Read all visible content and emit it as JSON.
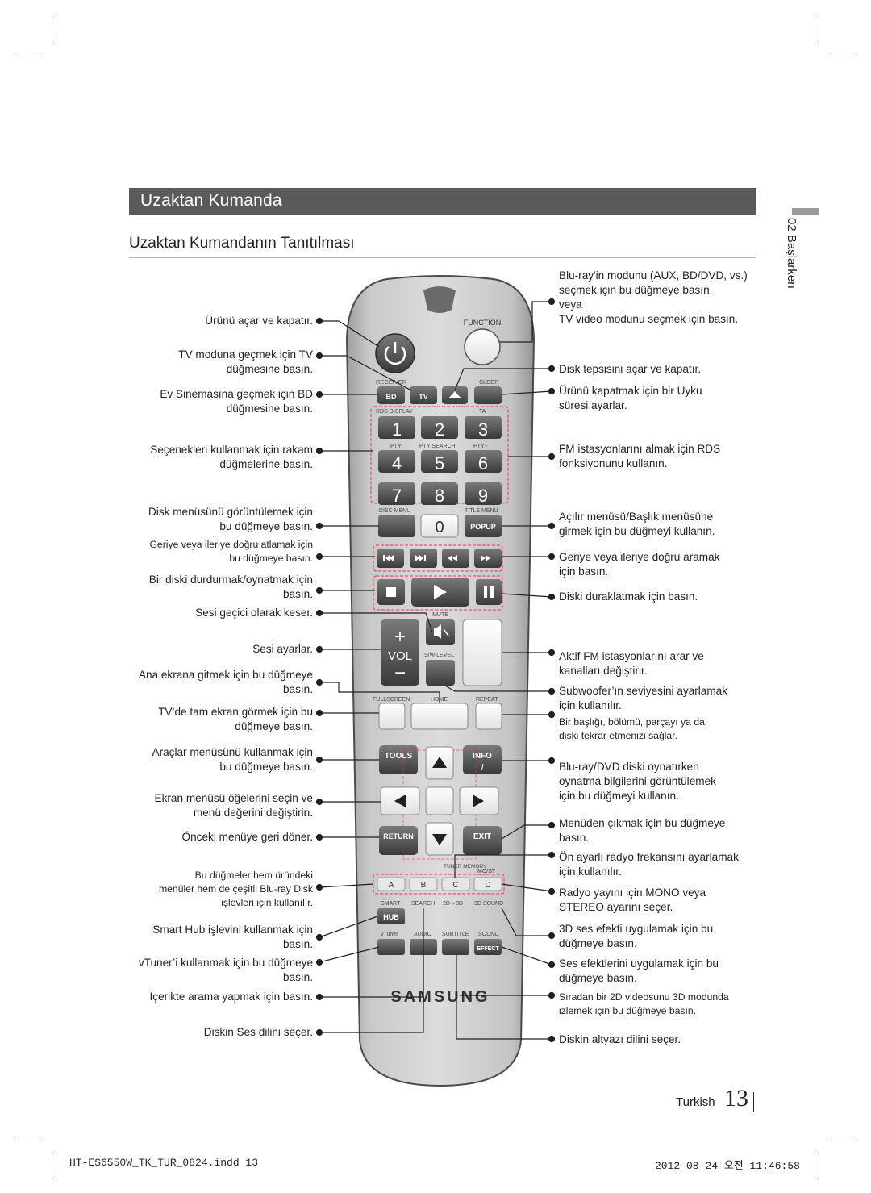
{
  "header": {
    "section_title": "Uzaktan Kumanda",
    "subtitle": "Uzaktan Kumandanın Tanıtılması"
  },
  "side_tab": {
    "label": "02  Başlarken"
  },
  "remote": {
    "function": "FUNCTION",
    "receiver": "RECEIVER",
    "sleep": "SLEEP",
    "bd": "BD",
    "tv": "TV",
    "rds_display": "RDS DISPLAY",
    "ta": "TA",
    "pty_minus": "PTY-",
    "pty_search": "PTY SEARCH",
    "pty_plus": "PTY+",
    "d1": "1",
    "d2": "2",
    "d3": "3",
    "d4": "4",
    "d5": "5",
    "d6": "6",
    "d7": "7",
    "d8": "8",
    "d9": "9",
    "d0": "0",
    "disc_menu": "DISC MENU",
    "title_menu": "TITLE MENU",
    "popup": "POPUP",
    "mute": "MUTE",
    "vol": "VOL",
    "sw_level": "S/W LEVEL",
    "fullscreen": "FULLSCREEN",
    "home": "HOME",
    "repeat": "REPEAT",
    "tools": "TOOLS",
    "info": "INFO",
    "return": "RETURN",
    "exit": "EXIT",
    "tuner_memory": "TUNER\nMEMORY",
    "mo_st": "MO/ST",
    "a": "A",
    "b": "B",
    "c": "C",
    "d": "D",
    "smart": "SMART",
    "search": "SEARCH",
    "conv3d": "2D→3D",
    "sound3d": "3D SOUND",
    "hub": "HUB",
    "vtuner": "vTuner",
    "audio": "AUDIO",
    "subtitle": "SUBTITLE",
    "sound": "SOUND",
    "effect": "EFFECT",
    "brand": "SAMSUNG"
  },
  "left_labels": [
    "Ürünü açar ve kapatır.",
    "TV moduna geçmek için TV\ndüğmesine basın.",
    "Ev Sinemasına geçmek için BD\ndüğmesine basın.",
    "Seçenekleri kullanmak için rakam\ndüğmelerine basın.",
    "Disk menüsünü görüntülemek için\nbu düğmeye basın.",
    "Geriye veya ileriye doğru atlamak için\nbu düğmeye basın.",
    "Bir diski durdurmak/oynatmak için\nbasın.",
    "Sesi geçici olarak keser.",
    "Sesi ayarlar.",
    "Ana ekrana gitmek için bu düğmeye\nbasın.",
    "TV’de tam ekran görmek için bu\ndüğmeye basın.",
    "Araçlar menüsünü kullanmak için\nbu düğmeye basın.",
    "Ekran menüsü öğelerini seçin ve\nmenü değerini değiştirin.",
    "Önceki menüye geri döner.",
    "Bu düğmeler hem üründeki\nmenüler hem de çeşitli Blu-ray Disk\nişlevleri için kullanılır.",
    "Smart Hub işlevini kullanmak için\nbasın.",
    "vTuner’i kullanmak için bu düğmeye\nbasın.",
    "İçerikte arama yapmak için basın.",
    "Diskin Ses dilini seçer."
  ],
  "right_labels": [
    "Blu-ray'in modunu (AUX, BD/DVD, vs.)\nseçmek için bu düğmeye basın.\nveya\nTV video modunu seçmek için basın.",
    "Disk tepsisini açar ve kapatır.",
    "Ürünü kapatmak için bir Uyku\nsüresi ayarlar.",
    "FM istasyonlarını almak için RDS\nfonksiyonunu kullanın.",
    "Açılır menüsü/Başlık menüsüne\ngirmek için bu düğmeyi kullanın.",
    "Geriye veya ileriye doğru aramak\niçin basın.",
    "Diski duraklatmak için basın.",
    "Aktif FM istasyonlarını arar ve\nkanalları değiştirir.",
    "Subwoofer’ın seviyesini ayarlamak\niçin kullanılır.",
    "Bir başlığı, bölümü, parçayı ya da\ndiski tekrar etmenizi sağlar.",
    "Blu-ray/DVD diski oynatırken\noynatma bilgilerini görüntülemek\niçin bu düğmeyi kullanın.",
    "Menüden çıkmak için bu düğmeye\nbasın.",
    "Ön ayarlı radyo frekansını ayarlamak\niçin kullanılır.",
    "Radyo yayını için MONO veya\nSTEREO ayarını seçer.",
    "3D ses efekti uygulamak için bu\ndüğmeye basın.",
    "Ses efektlerini uygulamak için bu\ndüğmeye basın.",
    "Sıradan bir 2D videosunu 3D modunda\nizlemek için bu düğmeye basın.",
    "Diskin altyazı dilini seçer."
  ],
  "footer": {
    "language": "Turkish",
    "page_number": "13",
    "file_name": "HT-ES6550W_TK_TUR_0824.indd   13",
    "timestamp": "2012-08-24   오전 11:46:58"
  }
}
